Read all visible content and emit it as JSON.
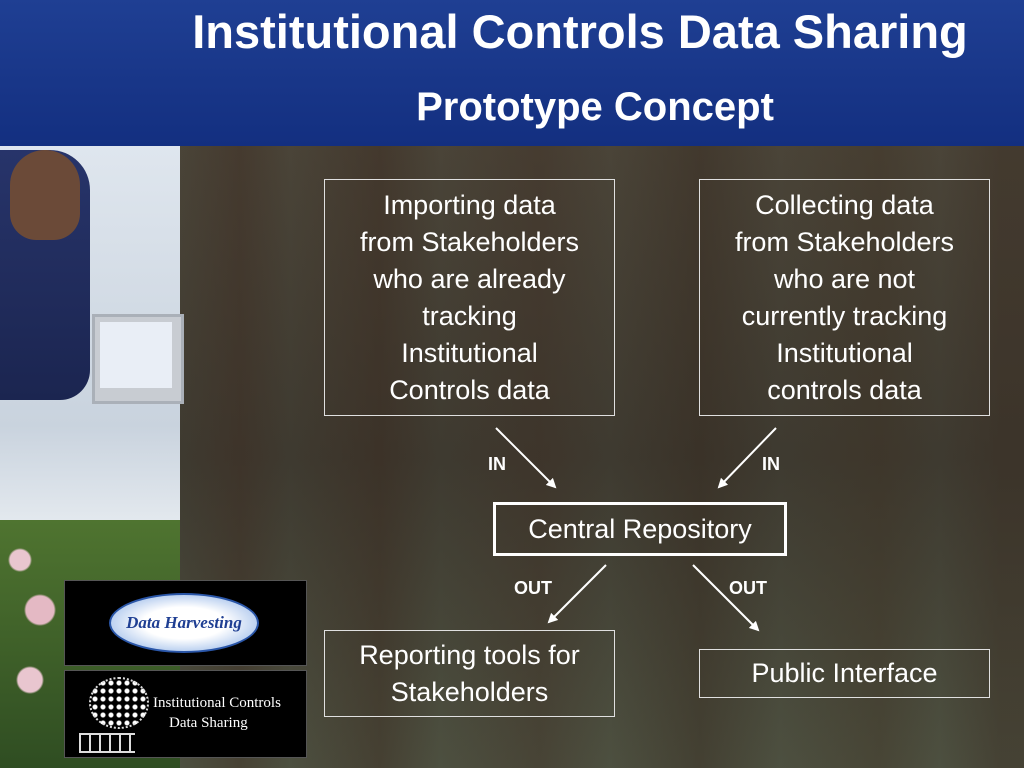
{
  "header": {
    "title": "Institutional Controls Data Sharing",
    "subtitle": "Prototype Concept"
  },
  "boxes": {
    "importing": [
      "Importing data",
      "from Stakeholders",
      "who are already",
      "tracking",
      "Institutional",
      "Controls data"
    ],
    "collecting": [
      "Collecting data",
      "from Stakeholders",
      "who are not",
      "currently tracking",
      "Institutional",
      "controls data"
    ],
    "central": "Central Repository",
    "reporting": [
      "Reporting tools for",
      "Stakeholders"
    ],
    "public": "Public Interface"
  },
  "labels": {
    "in_left": "IN",
    "in_right": "IN",
    "out_left": "OUT",
    "out_right": "OUT"
  },
  "logos": {
    "data_harvesting": "Data Harvesting",
    "ic_line1": "Institutional Controls",
    "ic_line2": "Data Sharing"
  },
  "colors": {
    "header_bg": "#1f3f93",
    "text": "#ffffff"
  }
}
